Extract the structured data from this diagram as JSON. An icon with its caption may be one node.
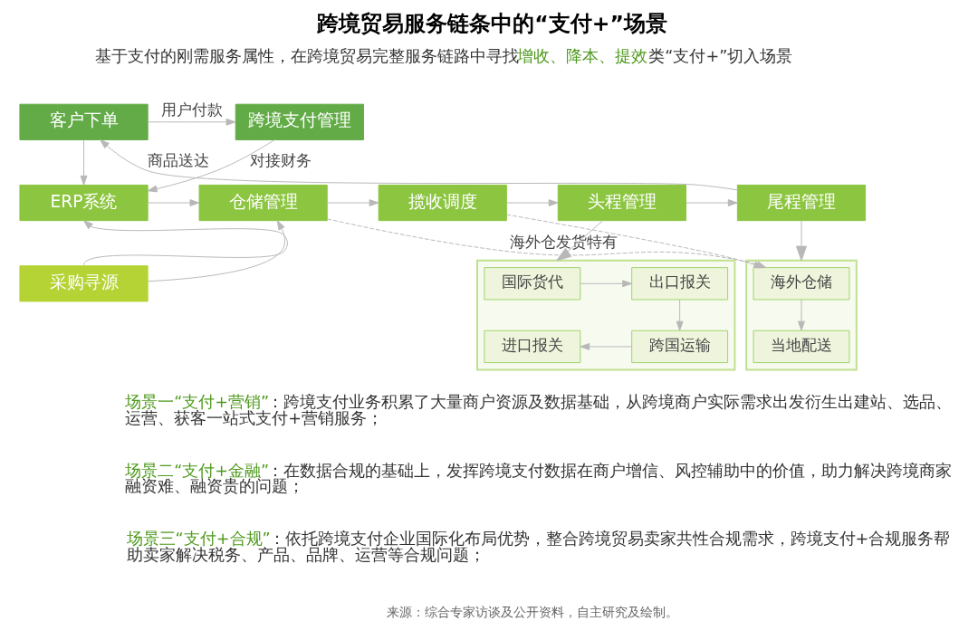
{
  "diagram": {
    "title": "跨境贸易服务链条中的“支付+”场景",
    "nodes": [
      {
        "text": [
          "客户下单"
        ]
      },
      {
        "text": [
          "跨境支付管理"
        ]
      },
      {
        "text": [
          "ERP系统"
        ]
      },
      {
        "text": [
          "仓储管理"
        ]
      },
      {
        "text": [
          "揽收调度"
        ]
      },
      {
        "text": [
          "头程管理"
        ]
      },
      {
        "text": [
          "尾程管理"
        ]
      },
      {
        "text": [
          "采购寻源"
        ]
      },
      {
        "text": [],
        "shape": "box"
      },
      {
        "text": [
          "国际货代"
        ],
        "in": 8
      },
      {
        "text": [
          "出口报关"
        ],
        "in": 8
      },
      {
        "text": [
          "进口报关"
        ],
        "in": 8
      },
      {
        "text": [
          "跨国运输"
        ],
        "in": 8
      },
      {
        "text": [],
        "shape": "box"
      },
      {
        "text": [
          "海外仓储"
        ],
        "in": 13
      },
      {
        "text": [
          "当地配送"
        ],
        "in": 13
      }
    ],
    "edges": [
      {
        "from": 6,
        "to": 0,
        "arrow": "to",
        "label": "商品送达"
      },
      {
        "from": 0,
        "to": 1,
        "arrow": "to",
        "label": "用户付款"
      },
      {
        "from": 0,
        "to": 2,
        "arrow": "to"
      },
      {
        "from": 1,
        "to": 2,
        "arrow": "to",
        "label": "对接财务"
      },
      {
        "from": 2,
        "to": 3,
        "arrow": "to"
      },
      {
        "from": 3,
        "to": 4,
        "arrow": "to"
      },
      {
        "from": 4,
        "to": 5,
        "arrow": "to"
      },
      {
        "from": 5,
        "to": 6,
        "arrow": "to"
      },
      {
        "from": 7,
        "to": 2,
        "arrow": "to"
      },
      {
        "from": 7,
        "to": 3,
        "arrow": "to"
      },
      {
        "from": 5,
        "to": 8,
        "arrow": "to"
      },
      {
        "from": 6,
        "to": 13,
        "arrow": "to"
      },
      {
        "from": 9,
        "to": 10,
        "arrow": "to"
      },
      {
        "from": 10,
        "to": 12,
        "arrow": "to"
      },
      {
        "from": 12,
        "to": 11,
        "arrow": "to"
      },
      {
        "from": 14,
        "to": 15,
        "arrow": "to"
      },
      {
        "from": 4,
        "to": 14,
        "arrow": "to",
        "style": "dashed"
      },
      {
        "from": 3,
        "to": 14,
        "arrow": "to",
        "style": "dashed",
        "label": "海外仓发货特有"
      }
    ],
    "labels": [
      "基于支付的刚需服务属性，在跨境贸易完整服务链路中寻找**增收、降本、提效**类“支付+”切入场景",
      "**场景一“支付+营销”**：跨境支付业务积累了大量商户资源及数据基础，从跨境商户实际需求出发衍生出建站、选品、运营、获客一站式支付+营销服务；",
      "**场景二“支付+金融”**：在数据合规的基础上，发挥跨境支付数据在商户增信、风控辅助中的价值，助力解决跨境商家融资难、融资贵的问题；",
      "**场景三“支付+合规”**：依托跨境支付企业国际化布局优势，整合跨境贸易卖家共性合规需求，跨境支付+合规服务帮助卖家解决税务、产品、品牌、运营等合规问题；",
      "来源：综合专家访谈及公开资料，自主研究及绘制。"
    ]
  }
}
